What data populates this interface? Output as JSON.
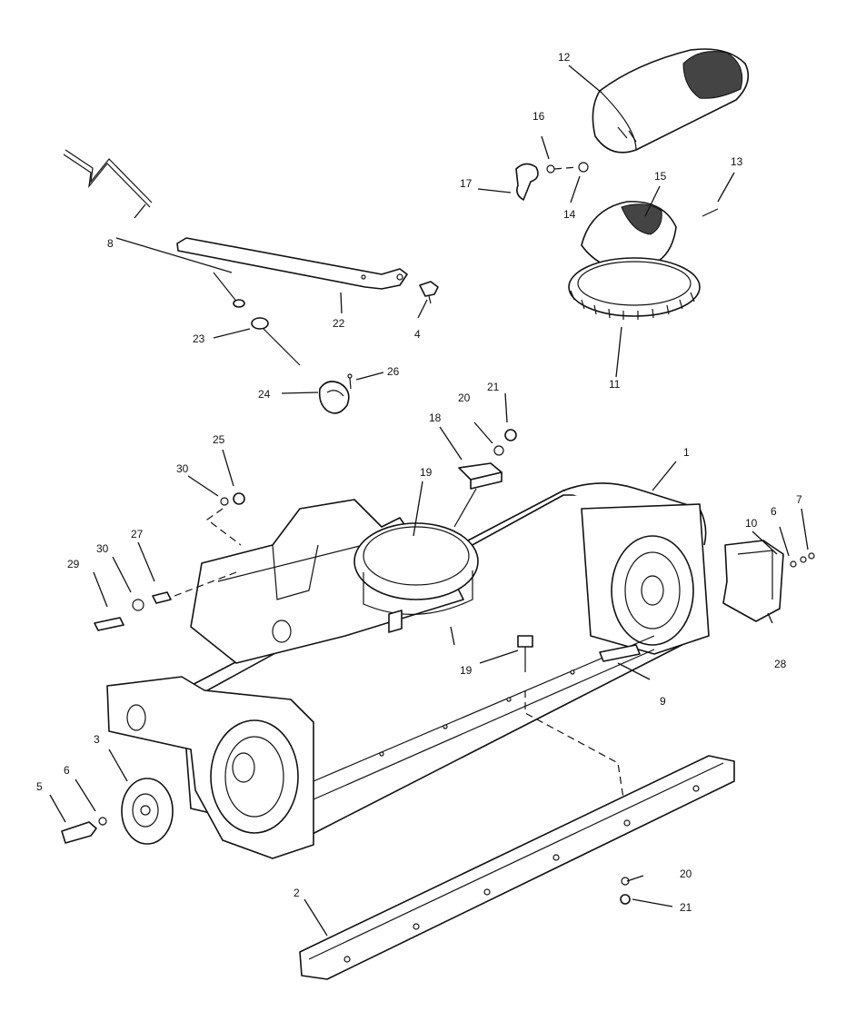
{
  "diagram": {
    "callouts": [
      {
        "id": "c1",
        "label": "1"
      },
      {
        "id": "c2",
        "label": "2"
      },
      {
        "id": "c3",
        "label": "3"
      },
      {
        "id": "c4",
        "label": "4"
      },
      {
        "id": "c5",
        "label": "5"
      },
      {
        "id": "c6a",
        "label": "6"
      },
      {
        "id": "c6b",
        "label": "6"
      },
      {
        "id": "c7",
        "label": "7"
      },
      {
        "id": "c8",
        "label": "8"
      },
      {
        "id": "c9",
        "label": "9"
      },
      {
        "id": "c10",
        "label": "10"
      },
      {
        "id": "c11",
        "label": "11"
      },
      {
        "id": "c12",
        "label": "12"
      },
      {
        "id": "c13",
        "label": "13"
      },
      {
        "id": "c14",
        "label": "14"
      },
      {
        "id": "c15",
        "label": "15"
      },
      {
        "id": "c16",
        "label": "16"
      },
      {
        "id": "c17",
        "label": "17"
      },
      {
        "id": "c18",
        "label": "18"
      },
      {
        "id": "c19a",
        "label": "19"
      },
      {
        "id": "c19b",
        "label": "19"
      },
      {
        "id": "c20a",
        "label": "20"
      },
      {
        "id": "c20b",
        "label": "20"
      },
      {
        "id": "c21a",
        "label": "21"
      },
      {
        "id": "c21b",
        "label": "21"
      },
      {
        "id": "c22",
        "label": "22"
      },
      {
        "id": "c23",
        "label": "23"
      },
      {
        "id": "c24",
        "label": "24"
      },
      {
        "id": "c25",
        "label": "25"
      },
      {
        "id": "c26",
        "label": "26"
      },
      {
        "id": "c27",
        "label": "27"
      },
      {
        "id": "c28",
        "label": "28"
      },
      {
        "id": "c29",
        "label": "29"
      },
      {
        "id": "c30a",
        "label": "30"
      },
      {
        "id": "c30b",
        "label": "30"
      }
    ]
  }
}
